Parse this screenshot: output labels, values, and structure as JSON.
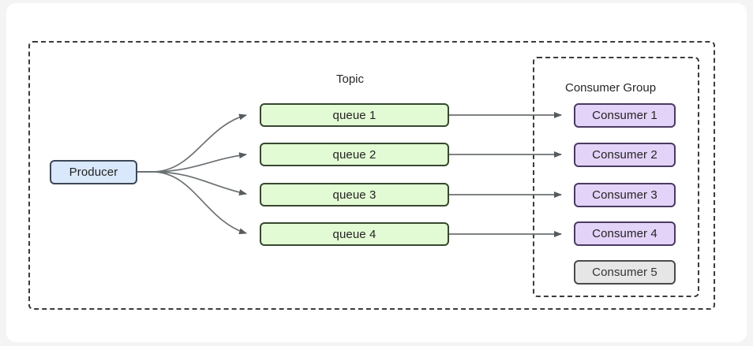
{
  "diagram": {
    "type": "message-queue-fanout",
    "background_color": "#f4f4f4",
    "canvas_color": "#ffffff",
    "outer_boundary": {
      "style": "dashed",
      "color": "#3b3b3b",
      "label": ""
    },
    "labels": {
      "topic": "Topic",
      "consumer_group": "Consumer Group"
    },
    "producer": {
      "label": "Producer",
      "fill": "#d9e8fb",
      "stroke": "#3d4757"
    },
    "queues": [
      {
        "label": "queue 1",
        "fill": "#e3fbd4",
        "stroke": "#37482f"
      },
      {
        "label": "queue 2",
        "fill": "#e3fbd4",
        "stroke": "#37482f"
      },
      {
        "label": "queue 3",
        "fill": "#e3fbd4",
        "stroke": "#37482f"
      },
      {
        "label": "queue 4",
        "fill": "#e3fbd4",
        "stroke": "#37482f"
      }
    ],
    "consumers": [
      {
        "label": "Consumer 1",
        "fill": "#e4d3f8",
        "stroke": "#4a3a60",
        "connected": true
      },
      {
        "label": "Consumer 2",
        "fill": "#e4d3f8",
        "stroke": "#4a3a60",
        "connected": true
      },
      {
        "label": "Consumer 3",
        "fill": "#e4d3f8",
        "stroke": "#4a3a60",
        "connected": true
      },
      {
        "label": "Consumer 4",
        "fill": "#e4d3f8",
        "stroke": "#4a3a60",
        "connected": true
      },
      {
        "label": "Consumer 5",
        "fill": "#e6e6e6",
        "stroke": "#4a4a4a",
        "connected": false
      }
    ],
    "edges": {
      "stroke": "#666666",
      "producer_to_queues": 4,
      "queue_to_consumer": 4
    }
  }
}
